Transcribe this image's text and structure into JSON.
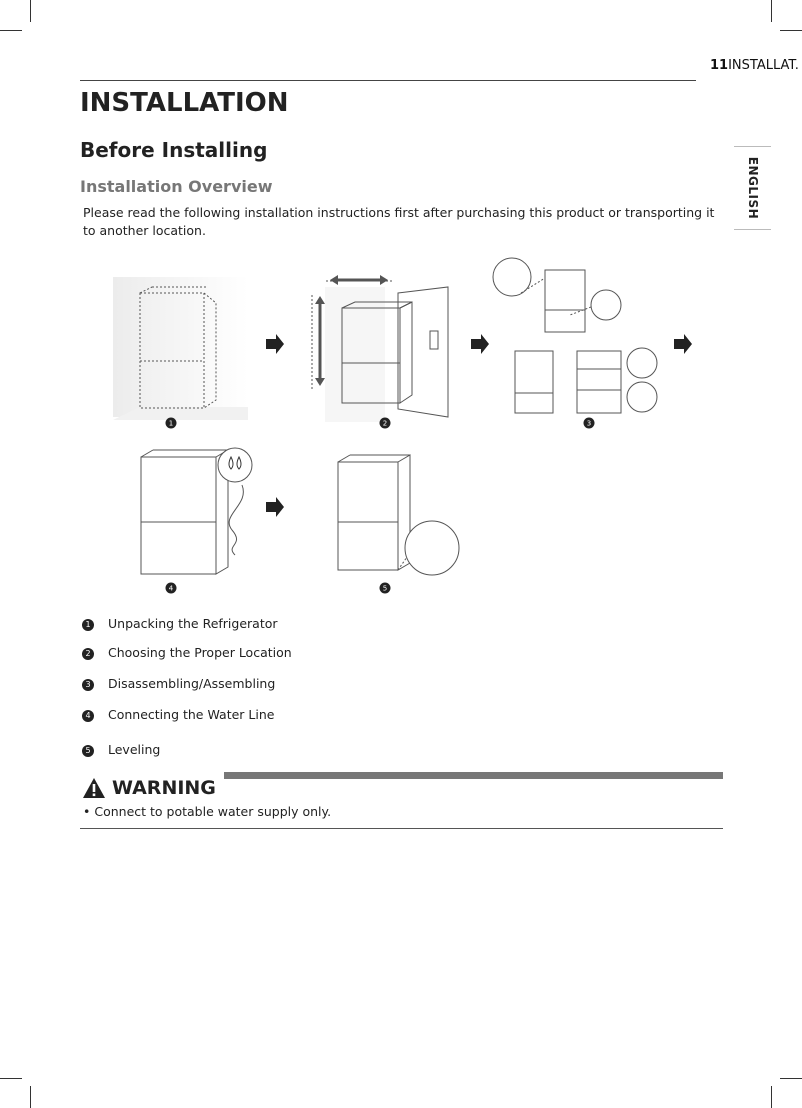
{
  "header": {
    "page_number": "11",
    "section": "INSTALLAT."
  },
  "side_tab": {
    "label": "ENGLISH"
  },
  "title": "INSTALLATION",
  "subtitle": "Before Installing",
  "section_title": "Installation Overview",
  "intro": "Please read the following installation instructions first after purchasing this product or transporting it to another location.",
  "figure": {
    "callouts": [
      "1",
      "2",
      "3",
      "4",
      "5"
    ]
  },
  "steps": [
    {
      "num": "1",
      "label": "Unpacking the Refrigerator"
    },
    {
      "num": "2",
      "label": "Choosing the Proper Location"
    },
    {
      "num": "3",
      "label": "Disassembling/Assembling"
    },
    {
      "num": "4",
      "label": "Connecting the Water Line"
    },
    {
      "num": "5",
      "label": "Leveling"
    }
  ],
  "warning": {
    "title": "WARNING",
    "text": "• Connect to potable water supply only."
  },
  "colors": {
    "warning_bar": "#777777",
    "text": "#222222"
  }
}
